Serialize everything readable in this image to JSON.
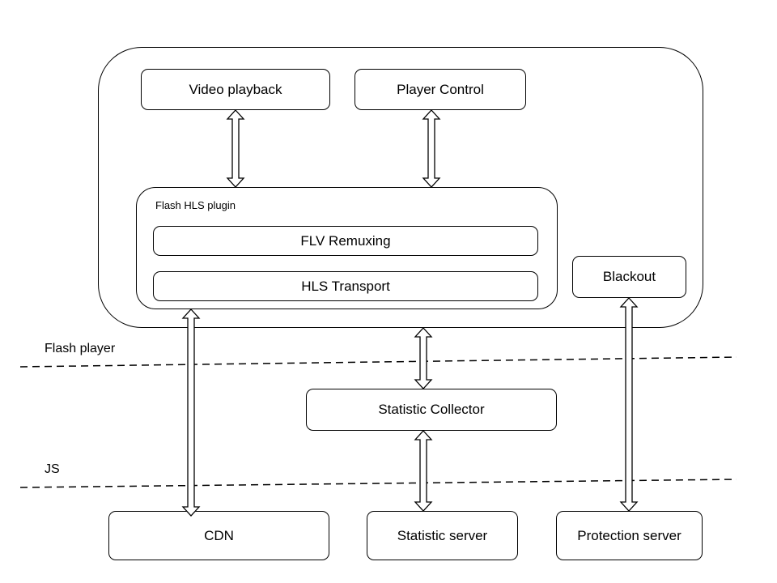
{
  "modules": {
    "video_playback": "Video playback",
    "player_control": "Player Control",
    "flash_hls_plugin": "Flash HLS plugin",
    "flv_remuxing": "FLV Remuxing",
    "hls_transport": "HLS Transport",
    "blackout": "Blackout",
    "statistic_collector": "Statistic Collector",
    "cdn": "CDN",
    "statistic_server": "Statistic server",
    "protection_server": "Protection server"
  },
  "layers": {
    "flash_player": "Flash player",
    "js": "JS"
  }
}
